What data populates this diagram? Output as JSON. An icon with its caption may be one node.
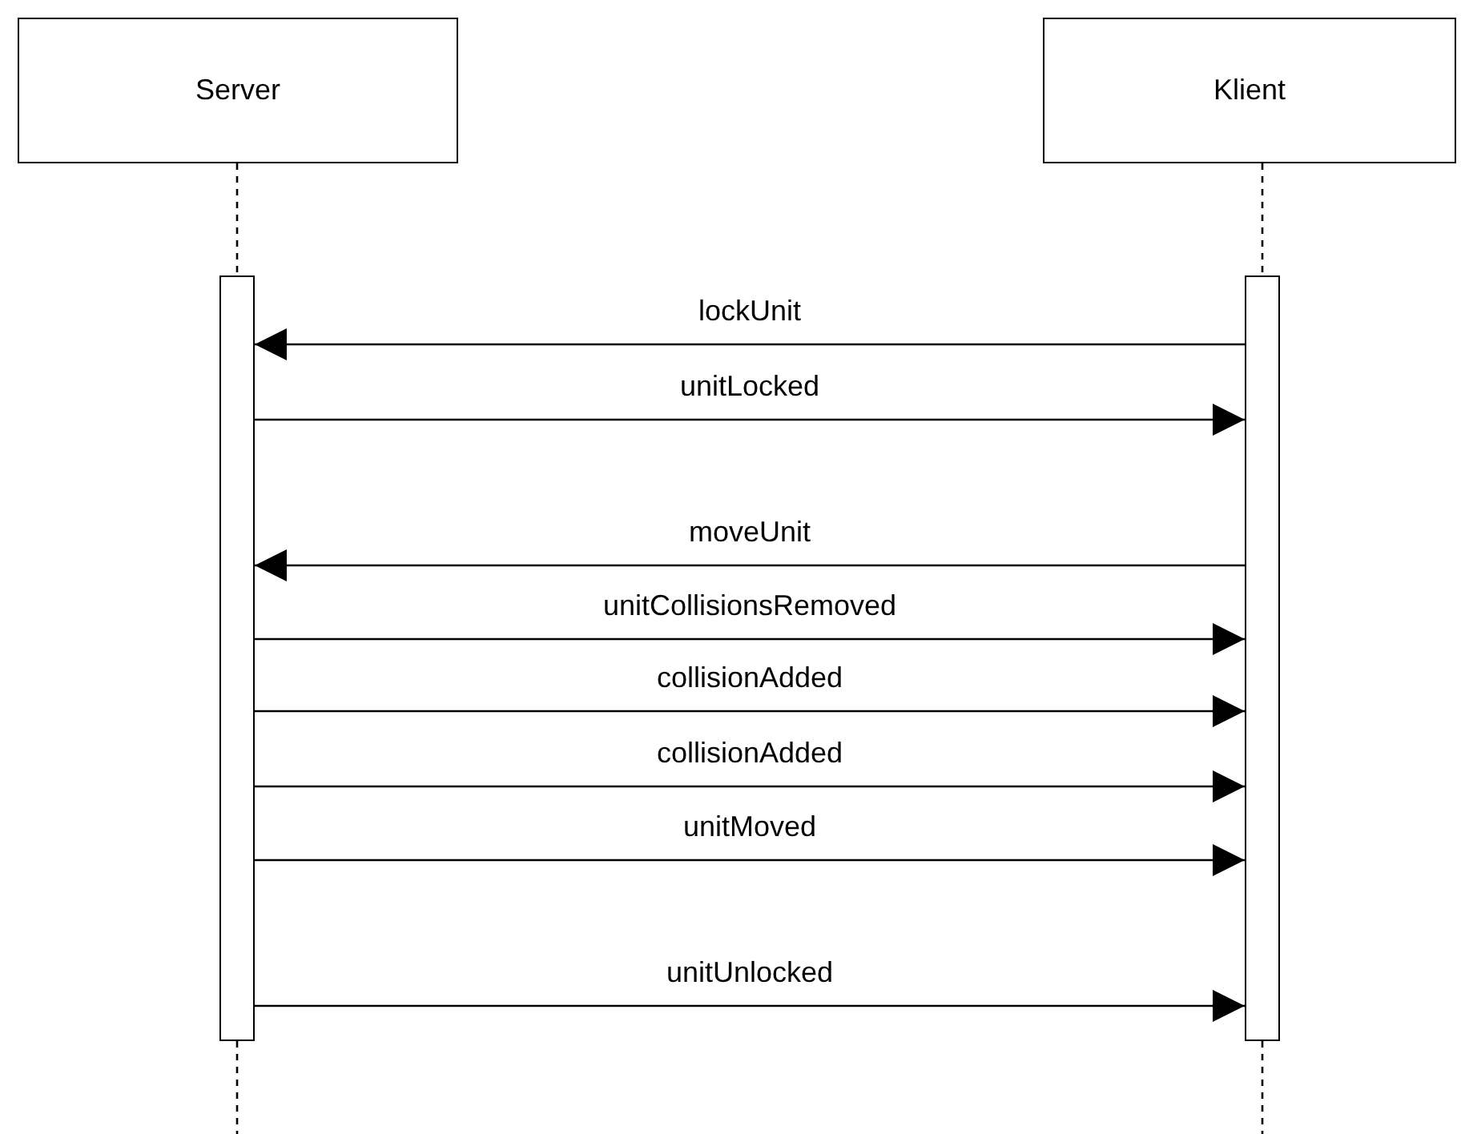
{
  "diagram": {
    "nodes": [
      {
        "text": [
          "Server"
        ]
      },
      {
        "text": [
          "Klient"
        ]
      },
      {
        "text": [],
        "shape": "bar"
      },
      {
        "text": [],
        "shape": "bar"
      }
    ],
    "edges": [
      {
        "from": 0,
        "to": 2,
        "arrow": "none",
        "style": "dashed"
      },
      {
        "from": 1,
        "to": 3,
        "arrow": "none",
        "style": "dashed"
      },
      {
        "from": 3,
        "to": 2,
        "arrow": "to",
        "label": "lockUnit"
      },
      {
        "from": 2,
        "to": 3,
        "arrow": "to",
        "label": "unitLocked"
      },
      {
        "from": 3,
        "to": 2,
        "arrow": "to",
        "label": "moveUnit"
      },
      {
        "from": 2,
        "to": 3,
        "arrow": "to",
        "label": "unitCollisionsRemoved"
      },
      {
        "from": 2,
        "to": 3,
        "arrow": "to",
        "label": "collisionAdded"
      },
      {
        "from": 2,
        "to": 3,
        "arrow": "to",
        "label": "collisionAdded"
      },
      {
        "from": 2,
        "to": 3,
        "arrow": "to",
        "label": "unitMoved"
      },
      {
        "from": 2,
        "to": 3,
        "arrow": "to",
        "label": "unitUnlocked"
      },
      {
        "from": 2,
        "to": null,
        "arrow": "none",
        "style": "dashed"
      },
      {
        "from": 3,
        "to": null,
        "arrow": "none",
        "style": "dashed"
      }
    ]
  }
}
